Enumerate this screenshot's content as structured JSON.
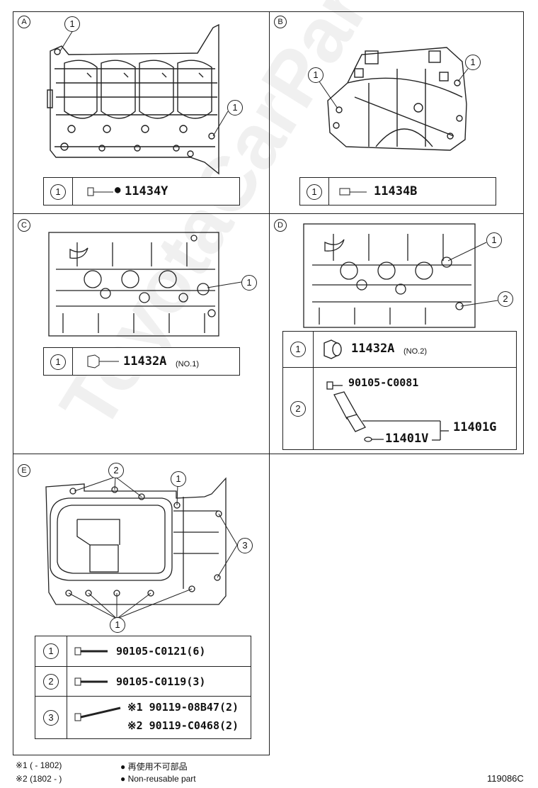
{
  "watermark": "ToyotaCarPart.ru",
  "panels": {
    "A": {
      "letter": "A",
      "callout": "1",
      "row": {
        "num": "1",
        "mark": "●",
        "part": "11434Y"
      }
    },
    "B": {
      "letter": "B",
      "callout": "1",
      "row": {
        "num": "1",
        "part": "11434B"
      }
    },
    "C": {
      "letter": "C",
      "callout": "1",
      "row": {
        "num": "1",
        "part": "11432A",
        "sub": "(NO.1)"
      }
    },
    "D": {
      "letter": "D",
      "callout1": "1",
      "callout2": "2",
      "row1": {
        "num": "1",
        "part": "11432A",
        "sub": "(NO.2)"
      },
      "row2": {
        "num": "2",
        "part_a": "90105-C0081",
        "part_b": "11401V",
        "part_c": "11401G"
      }
    },
    "E": {
      "letter": "E",
      "callout1": "1",
      "callout2": "2",
      "callout3": "3",
      "row1": {
        "num": "1",
        "part": "90105-C0121(6)"
      },
      "row2": {
        "num": "2",
        "part": "90105-C0119(3)"
      },
      "row3": {
        "num": "3",
        "part_a": "※1 90119-08B47(2)",
        "part_b": "※2 90119-C0468(2)"
      }
    }
  },
  "legend": {
    "note1_range": "※1 (       - 1802)",
    "note2_range": "※2 (1802 -       )",
    "note1_text": "● 再使用不可部品",
    "note2_text": "● Non-reusable part"
  },
  "figure_id": "119086C"
}
